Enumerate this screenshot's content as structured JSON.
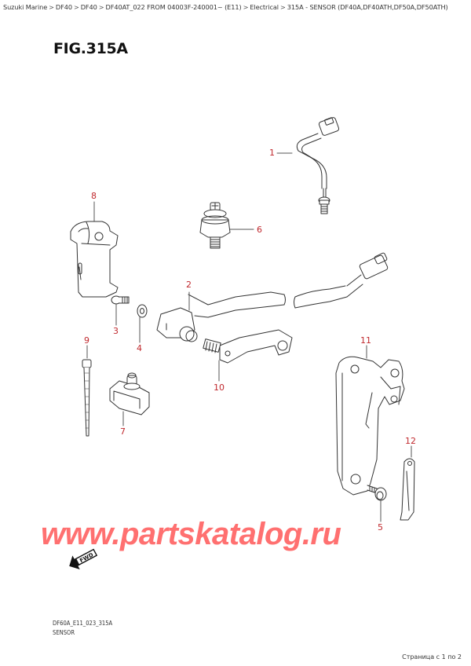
{
  "breadcrumb": {
    "items": [
      "Suzuki Marine",
      "DF40",
      "DF40",
      "DF40AT_022 FROM 04003F-240001~ (E11)",
      "Electrical",
      "315A - SENSOR (DF40A,DF40ATH,DF50A,DF50ATH)"
    ],
    "separator": ">"
  },
  "figure": {
    "title": "FIG.315A",
    "code": "DF60A_E11_023_315A",
    "name": "SENSOR"
  },
  "callouts": [
    {
      "number": "1",
      "part": "sensor-cable"
    },
    {
      "number": "2",
      "part": "trim-sensor"
    },
    {
      "number": "3",
      "part": "screw"
    },
    {
      "number": "4",
      "part": "washer"
    },
    {
      "number": "5",
      "part": "bolt"
    },
    {
      "number": "6",
      "part": "pressure-switch"
    },
    {
      "number": "7",
      "part": "clip-nut"
    },
    {
      "number": "8",
      "part": "cover"
    },
    {
      "number": "9",
      "part": "cable-tie"
    },
    {
      "number": "10",
      "part": "sensor-lever"
    },
    {
      "number": "11",
      "part": "bracket"
    },
    {
      "number": "12",
      "part": "clamp"
    }
  ],
  "watermark": "www.partskatalog.ru",
  "fwd_label": "FWD",
  "pager": "Страница с 1 по 2",
  "colors": {
    "callout": "#c0282d",
    "watermark": "#ff7070",
    "line": "#333333"
  }
}
